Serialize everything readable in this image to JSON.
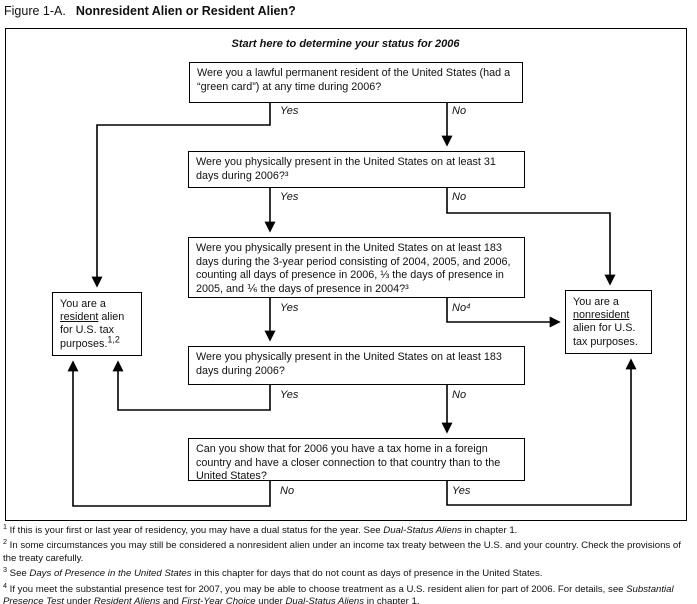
{
  "figure": {
    "label": "Figure 1-A.",
    "title": "Nonresident Alien or Resident Alien?"
  },
  "colors": {
    "ink": "#111111",
    "background": "#ffffff"
  },
  "flowchart": {
    "start_instruction": "Start here to determine your status for 2006",
    "questions": [
      {
        "text": "Were you a lawful permanent resident of the United States (had a “green card”) at any time during 2006?",
        "left_label": "Yes",
        "right_label": "No",
        "yes_goes_to": "resident-outcome",
        "no_goes_to": "question-2"
      },
      {
        "text": "Were you physically present in the United States on at least 31 days during 2006?³",
        "left_label": "Yes",
        "right_label": "No",
        "yes_goes_to": "question-3",
        "no_goes_to": "nonresident-outcome"
      },
      {
        "text": "Were you physically present in the United States on at least 183 days during the 3-year period consisting of 2004, 2005, and 2006, counting all days of presence in 2006, ⅓ the days of presence in 2005, and ⅙ the days of presence in 2004?³",
        "left_label": "Yes",
        "right_label": "No⁴",
        "yes_goes_to": "question-4",
        "no_goes_to": "nonresident-outcome"
      },
      {
        "text": "Were you physically present in the United States on at least 183 days during 2006?",
        "left_label": "Yes",
        "right_label": "No",
        "yes_goes_to": "resident-outcome",
        "no_goes_to": "question-5"
      },
      {
        "text": "Can you show that for 2006 you have a tax home in a foreign country and have a closer connection to that country than to the United States?",
        "left_label": "No",
        "right_label": "Yes",
        "no_goes_to": "resident-outcome",
        "yes_goes_to": "nonresident-outcome"
      }
    ],
    "outcomes": {
      "resident": {
        "pre": "You are a ",
        "underlined": "resident",
        "post": " alien for U.S. tax purposes.",
        "sup": "1,2"
      },
      "nonresident": {
        "pre": "You are a ",
        "underlined": "nonresident",
        "post": " alien for U.S. tax purposes.",
        "sup": ""
      }
    }
  },
  "footnotes": [
    {
      "marker": "1",
      "segments": [
        {
          "t": "If this is your first or last year of residency, you may have a dual status for the year. See ",
          "i": false
        },
        {
          "t": "Dual-Status Aliens",
          "i": true
        },
        {
          "t": " in chapter 1.",
          "i": false
        }
      ]
    },
    {
      "marker": "2",
      "segments": [
        {
          "t": "In some circumstances you may still be considered a nonresident alien under an income tax treaty between the U.S. and your country. Check the provisions of the treaty carefully.",
          "i": false
        }
      ]
    },
    {
      "marker": "3",
      "segments": [
        {
          "t": "See ",
          "i": false
        },
        {
          "t": "Days of Presence in the United States",
          "i": true
        },
        {
          "t": " in this chapter for days that do not count as days of presence in the United States.",
          "i": false
        }
      ]
    },
    {
      "marker": "4",
      "segments": [
        {
          "t": "If you meet the substantial presence test for 2007, you may be able to choose treatment as a U.S. resident alien for part of 2006. For details, see ",
          "i": false
        },
        {
          "t": "Substantial Presence Test",
          "i": true
        },
        {
          "t": " under ",
          "i": false
        },
        {
          "t": "Resident Aliens",
          "i": true
        },
        {
          "t": " and ",
          "i": false
        },
        {
          "t": "First-Year Choice",
          "i": true
        },
        {
          "t": " under ",
          "i": false
        },
        {
          "t": "Dual-Status Aliens",
          "i": true
        },
        {
          "t": " in chapter 1.",
          "i": false
        }
      ]
    }
  ]
}
